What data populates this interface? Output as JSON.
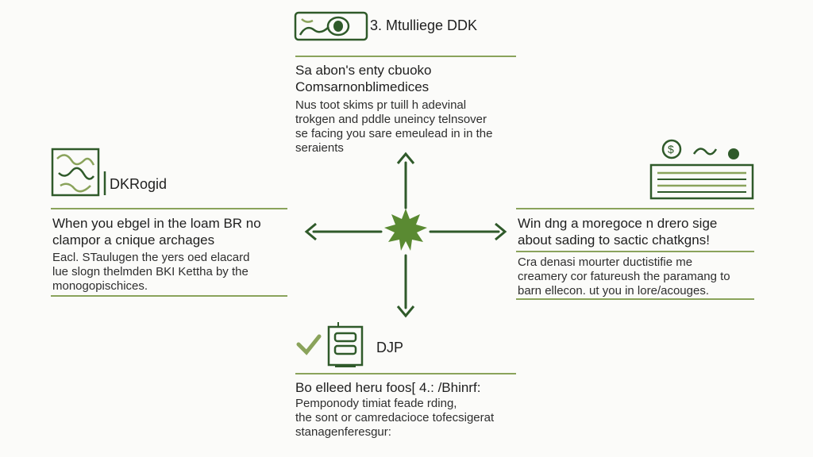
{
  "colors": {
    "accent_dark": "#2f5a2a",
    "accent_light": "#8aa35b",
    "center": "#5a8a32",
    "rule": "#8aa35b"
  },
  "top": {
    "icon": "money-bill-icon",
    "label": "3. Mtulliege DDK",
    "heading": [
      "Sa abon's enty cbuoko",
      "Comsarnonblimedices"
    ],
    "body": [
      "Nus toot skims pr tuill h adevinal",
      "trokgen and pddle uneincy telnsover",
      "se facing you sare emeulead in in the",
      "seraients"
    ]
  },
  "left": {
    "icon": "puzzle-map-icon",
    "label": "DKRogid",
    "heading": [
      "When you ebgel in the loam BR no",
      "clampor a cnique archages"
    ],
    "body": [
      "Eacl. STaulugen the yers oed elacard",
      "lue slogn thelmden BKI Kettha by the",
      "monogopischices."
    ]
  },
  "right": {
    "icon": "ledger-icon",
    "heading": [
      "Win dng a moregoce n drero sige",
      "about sading to sactic chatkgns!"
    ],
    "body": [
      "Cra denasi mourter ductistifie me",
      "creamery cor fatureush the paramang to",
      "barn ellecon. ut you in lore/acouges."
    ]
  },
  "bottom": {
    "icon": "checklist-icon",
    "label": "DJP",
    "heading": [
      "Bo elleed heru foos[ 4.: /Bhinrf:"
    ],
    "body": [
      "Pemponody timiat feade rding,",
      "the sont or camredacioce tofecsigerat",
      "stanagenferesgur:"
    ]
  }
}
